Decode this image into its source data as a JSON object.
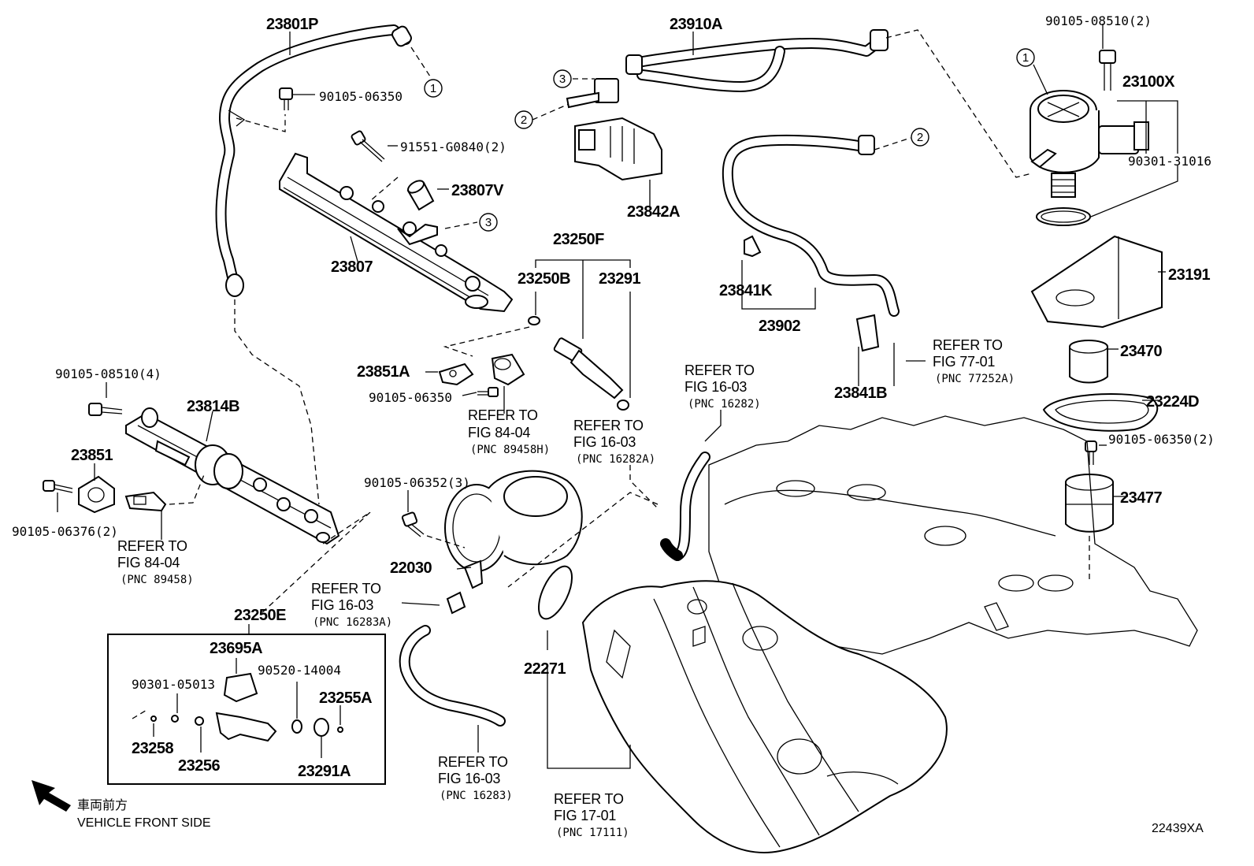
{
  "parts": {
    "p23801P": "23801P",
    "p90105_06350a": "90105-06350",
    "p91551": "91551-G0840(2)",
    "p23807V": "23807V",
    "p23807": "23807",
    "p23910A": "23910A",
    "p23842A": "23842A",
    "p23250F": "23250F",
    "p23250B": "23250B",
    "p23291": "23291",
    "p23841K": "23841K",
    "p23902": "23902",
    "p23841B": "23841B",
    "p90105_08510_2": "90105-08510(2)",
    "p23100X": "23100X",
    "p90301_31016": "90301-31016",
    "p23191": "23191",
    "p23470": "23470",
    "p23224D": "23224D",
    "p90105_06350_2": "90105-06350(2)",
    "p23477": "23477",
    "p90105_08510_4": "90105-08510(4)",
    "p23814B": "23814B",
    "p23851": "23851",
    "p90105_06376": "90105-06376(2)",
    "p23851A": "23851A",
    "p90105_06350b": "90105-06350",
    "p90105_06352": "90105-06352(3)",
    "p22030": "22030",
    "p22271": "22271",
    "p23250E": "23250E",
    "p23695A": "23695A",
    "p90301_05013": "90301-05013",
    "p90520": "90520-14004",
    "p23255A": "23255A",
    "p23258": "23258",
    "p23256": "23256",
    "p23291A": "23291A"
  },
  "refs": {
    "r1": {
      "l1": "REFER TO",
      "l2": "FIG 84-04",
      "l3": "(PNC 89458H)"
    },
    "r2": {
      "l1": "REFER TO",
      "l2": "FIG 16-03",
      "l3": "(PNC 16282A)"
    },
    "r3": {
      "l1": "REFER TO",
      "l2": "FIG 16-03",
      "l3": "(PNC 16282)"
    },
    "r4": {
      "l1": "REFER TO",
      "l2": "FIG 77-01",
      "l3": "(PNC 77252A)"
    },
    "r5": {
      "l1": "REFER TO",
      "l2": "FIG 84-04",
      "l3": "(PNC 89458)"
    },
    "r6": {
      "l1": "REFER TO",
      "l2": "FIG 16-03",
      "l3": "(PNC 16283A)"
    },
    "r7": {
      "l1": "REFER TO",
      "l2": "FIG 16-03",
      "l3": "(PNC 16283)"
    },
    "r8": {
      "l1": "REFER TO",
      "l2": "FIG 17-01",
      "l3": "(PNC 17111)"
    }
  },
  "callouts": {
    "c1": "1",
    "c2": "2",
    "c3": "3"
  },
  "footer": {
    "front_jp": "車両前方",
    "front_en": "VEHICLE FRONT SIDE",
    "diagram_id": "22439XA"
  }
}
